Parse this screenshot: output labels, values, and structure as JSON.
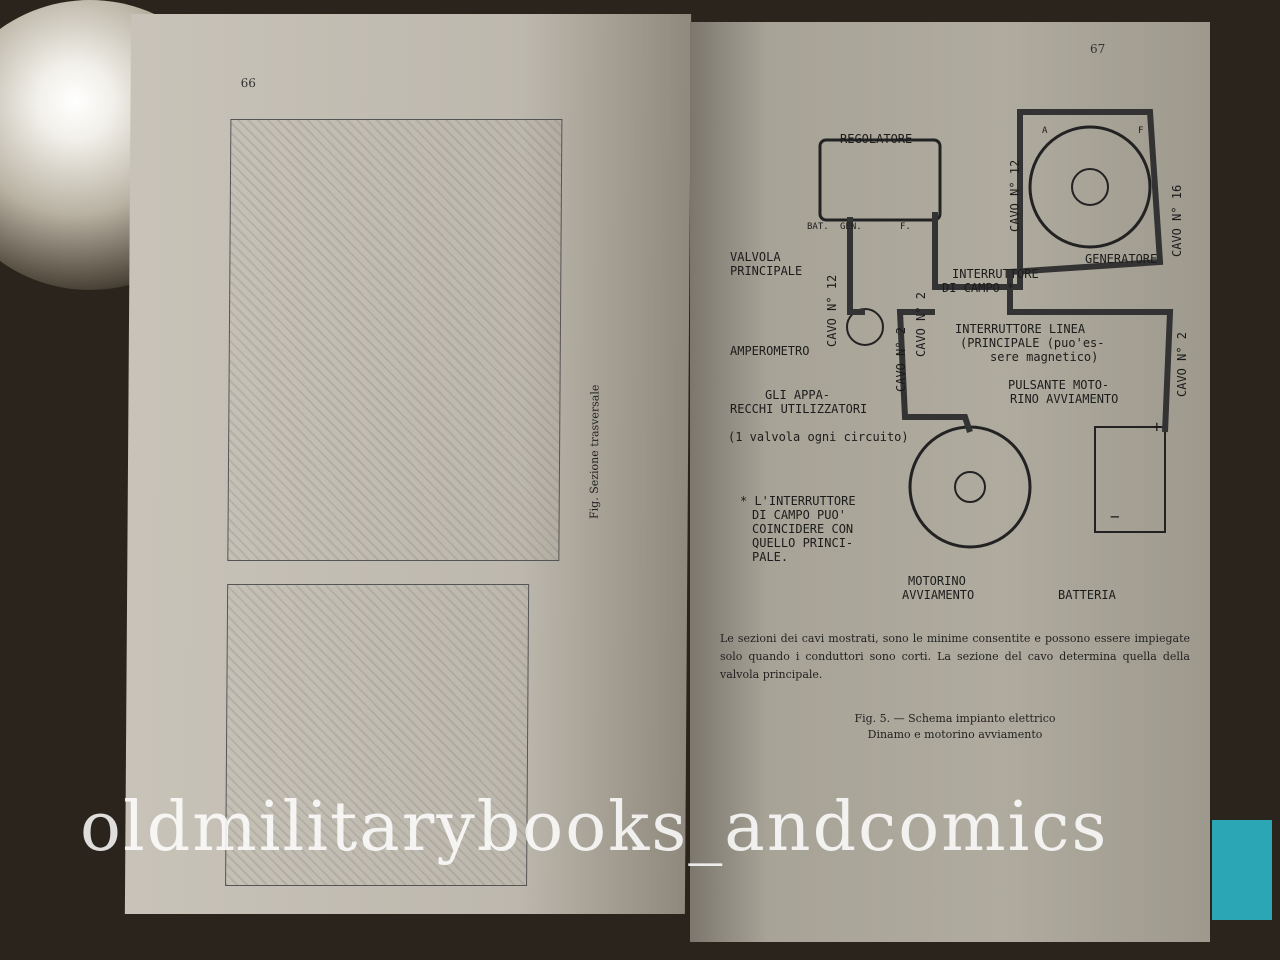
{
  "left_page": {
    "page_number": "66",
    "caption_fig": "Fig.",
    "caption_title": "Sezione trasversale"
  },
  "right_page": {
    "page_number": "67",
    "labels": {
      "regolatore": "REGOLATORE",
      "bat": "BAT.",
      "gen": "GEN.",
      "f": "F.",
      "a": "A",
      "f2": "F",
      "cavo12a": "CAVO N° 12",
      "cavo16": "CAVO N° 16",
      "generatore": "GENERATORE",
      "valvola1": "VALVOLA",
      "valvola2": "PRINCIPALE",
      "cavo12b": "CAVO N° 12",
      "int_campo1": "INTERRUTTORE",
      "int_campo2": "DI CAMPO *",
      "amperometro": "AMPEROMETRO",
      "cavo2a": "CAVO N° 2",
      "int_linea1": "INTERRUTTORE LINEA",
      "int_linea2": "(PRINCIPALE (puo'es-",
      "int_linea3": "sere magnetico)",
      "cavo2b": "CAVO N° 2",
      "cavo2c": "CAVO N° 2",
      "app1": "GLI APPA-",
      "app2": "RECCHI UTILIZZATORI",
      "app3": "(1 valvola ogni circuito)",
      "puls1": "PULSANTE MOTO-",
      "puls2": "RINO AVVIAMENTO",
      "note1": "* L'INTERRUTTORE",
      "note2": "DI CAMPO PUO'",
      "note3": "COINCIDERE CON",
      "note4": "QUELLO PRINCI-",
      "note5": "PALE.",
      "motor1": "MOTORINO",
      "motor2": "AVVIAMENTO",
      "batteria": "BATTERIA",
      "plus": "+",
      "minus": "−"
    },
    "paragraph": "Le sezioni dei cavi mostrati, sono le minime consentite e possono essere impiegate solo quando i conduttori sono corti. La sezione del cavo determina quella della valvola principale.",
    "caption_line1": "Fig. 5. — Schema impianto elettrico",
    "caption_line2": "Dinamo e motorino avviamento"
  },
  "watermark": "oldmilitarybooks_andcomics"
}
